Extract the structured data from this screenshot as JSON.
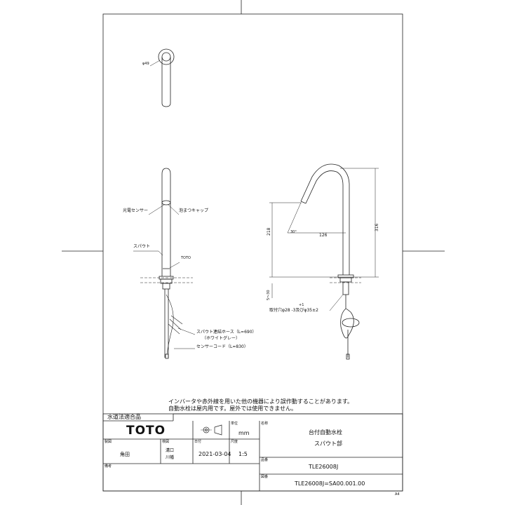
{
  "drawing": {
    "labels": {
      "diameter_top": "φ49",
      "sensor": "光電センサー",
      "aerator_cap": "泡まつキャップ",
      "spout": "スパウト",
      "toto_mark": "TOTO",
      "hose": "スパウト連結ホース（L=690）",
      "hose_color": "（ホワイトグレー）",
      "sensor_cord": "センサーコード（L=830）"
    },
    "dimensions": {
      "angle": "30°",
      "reach": "126",
      "height_218": "218",
      "height_316": "316",
      "deck": "5～30",
      "hole_line1": "+1",
      "hole_line2": "取付穴φ28  -3及びφ35±2"
    }
  },
  "notes": {
    "line1": "インバータや赤外線を用いた他の機器により誤作動することがあります。",
    "line2": "自動水栓は屋内用です。屋外では使用できません。"
  },
  "title_block": {
    "certification": "水道法適合品",
    "brand": "TOTO",
    "unit_label": "単位",
    "unit_value": "mm",
    "name_label": "名称",
    "name_value1": "台付自動水栓",
    "name_value2": "スパウト部",
    "drafter_label": "製図",
    "drafter_value": "角田",
    "checker_label": "検図",
    "checker_value1": "溝口",
    "checker_value2": "川幡",
    "date_label": "日付",
    "date_value": "2021-03-04",
    "scale_label": "尺度",
    "scale_value": "1:5",
    "product_label": "品番",
    "product_value": "TLE26008J",
    "drawing_no_label": "図番",
    "drawing_no_value": "TLE26008J=SA00.001.00",
    "remarks_label": "備考"
  },
  "sheet": {
    "size": "A4"
  }
}
